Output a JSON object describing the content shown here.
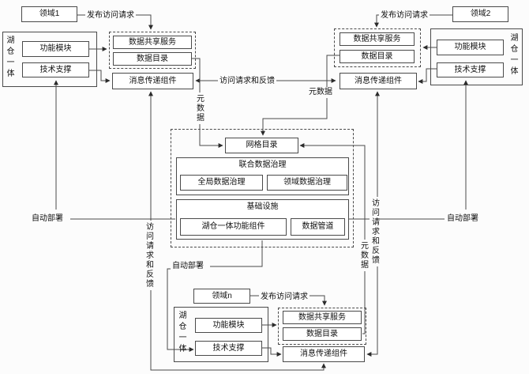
{
  "figure": {
    "type": "architecture-diagram",
    "topic": "data mesh / lakehouse domain architecture"
  },
  "boxes": {
    "domain1": "领域1",
    "domain2": "领域2",
    "domainN": "领域n",
    "lakehouse": "湖仓一体",
    "function_module": "功能模块",
    "tech_support": "技术支撑",
    "data_share": "数据共享服务",
    "data_catalog": "数据目录",
    "message": "消息传递组件",
    "grid_catalog": "网格目录",
    "federated_governance": "联合数据治理",
    "global_governance": "全局数据治理",
    "domain_governance": "领域数据治理",
    "infrastructure": "基础设施",
    "lakehouse_components": "湖仓一体功能组件",
    "data_pipeline": "数据管道"
  },
  "labels": {
    "publish": "发布访问请求",
    "feedback": "访问请求和反馈",
    "metadata": "元数据",
    "auto_deploy": "自动部署"
  },
  "colors": {
    "line": "#4a4a4a",
    "box_border": "#4a4a4a",
    "box_background": "#ffffff",
    "page_background": "#fcfcfc",
    "text": "#111111"
  }
}
